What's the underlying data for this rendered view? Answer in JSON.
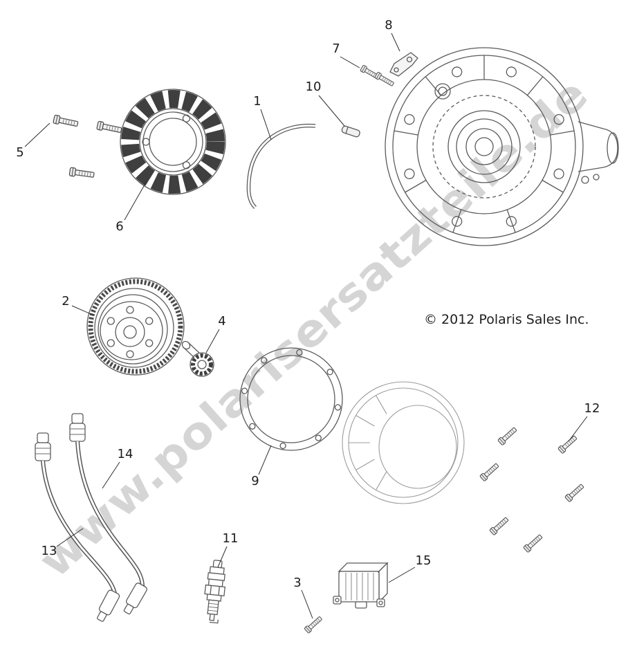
{
  "diagram": {
    "watermark": "www.polarisersatzteile.de",
    "watermark_color": "#b3b3b3",
    "copyright": "© 2012 Polaris Sales Inc.",
    "line_color": "#4a4a4a"
  },
  "callouts": [
    "1",
    "2",
    "3",
    "4",
    "5",
    "6",
    "7",
    "8",
    "9",
    "10",
    "11",
    "12",
    "13",
    "14",
    "15"
  ]
}
